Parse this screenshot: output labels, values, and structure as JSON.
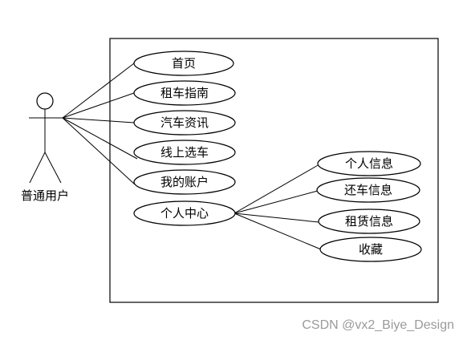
{
  "actor": {
    "name": "普通用户"
  },
  "use_cases": [
    {
      "id": "uc-home",
      "label": "首页"
    },
    {
      "id": "uc-guide",
      "label": "租车指南"
    },
    {
      "id": "uc-news",
      "label": "汽车资讯"
    },
    {
      "id": "uc-select",
      "label": "线上选车"
    },
    {
      "id": "uc-account",
      "label": "我的账户"
    },
    {
      "id": "uc-center",
      "label": "个人中心"
    }
  ],
  "sub_use_cases": [
    {
      "id": "sub-info",
      "label": "个人信息"
    },
    {
      "id": "sub-return",
      "label": "还车信息"
    },
    {
      "id": "sub-rent",
      "label": "租赁信息"
    },
    {
      "id": "sub-fav",
      "label": "收藏"
    }
  ],
  "watermark": "CSDN @vx2_Biye_Design"
}
